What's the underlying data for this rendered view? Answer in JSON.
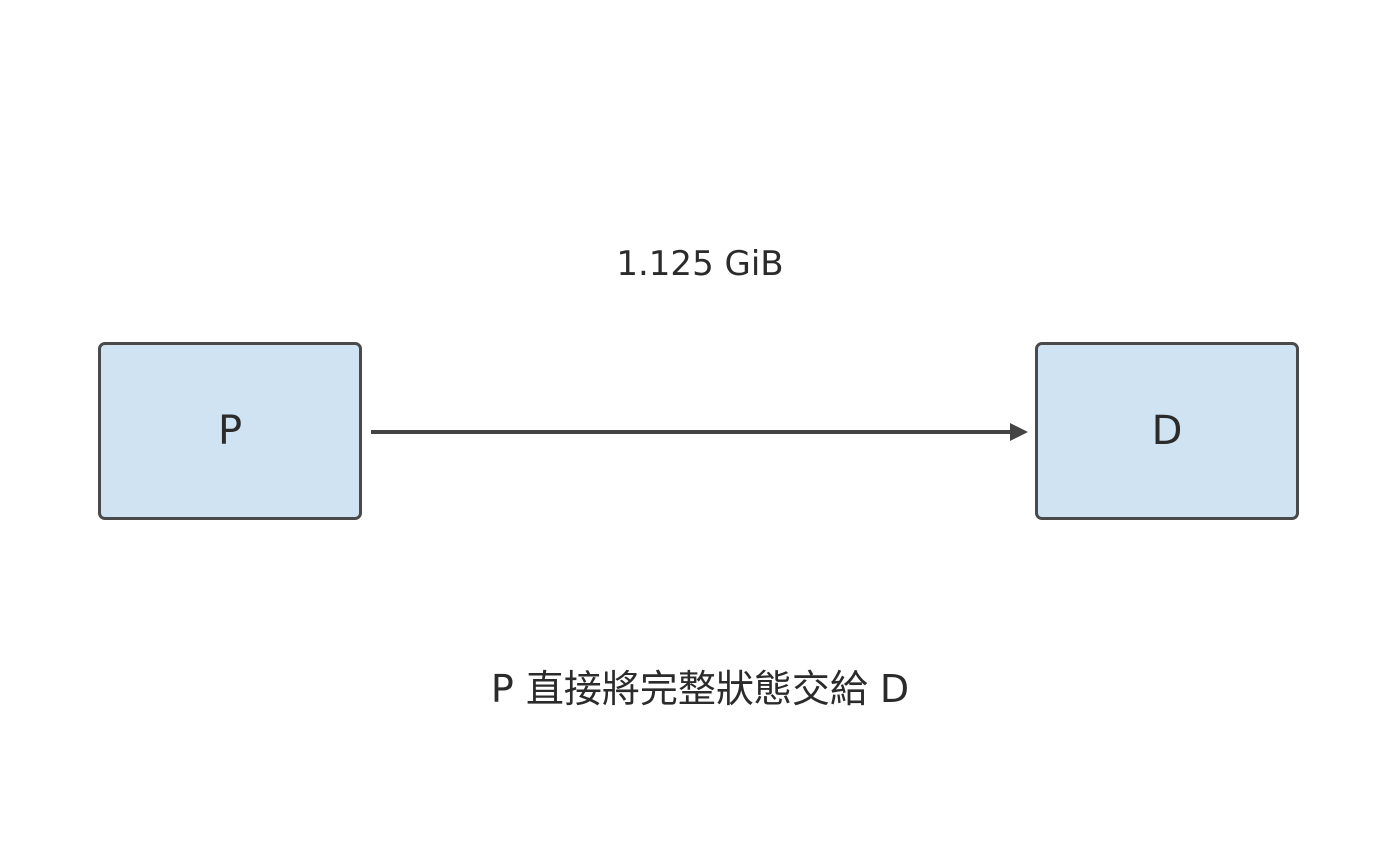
{
  "diagram": {
    "nodes": [
      {
        "id": "P",
        "label": "P"
      },
      {
        "id": "D",
        "label": "D"
      }
    ],
    "edge": {
      "from": "P",
      "to": "D",
      "label": "1.125 GiB"
    },
    "caption": "P 直接將完整狀態交給 D"
  },
  "colors": {
    "node_fill": "#cfe3f3",
    "node_border": "#4a4a4a",
    "arrow": "#444444",
    "text": "#2b2b2b"
  }
}
